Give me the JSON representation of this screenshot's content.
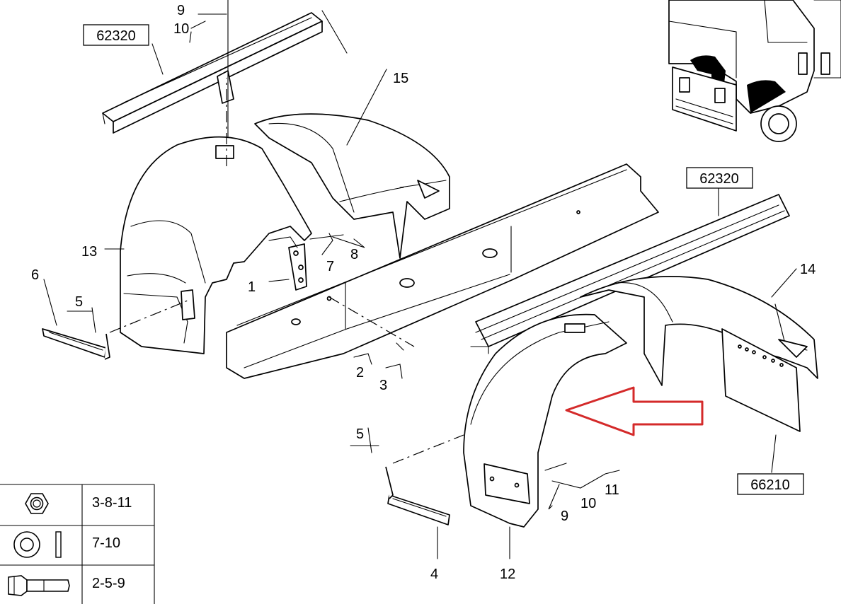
{
  "callouts": {
    "c1": "1",
    "c2": "2",
    "c3": "3",
    "c4": "4",
    "c5a": "5",
    "c5b": "5",
    "c6": "6",
    "c7": "7",
    "c8": "8",
    "c9a": "9",
    "c9b": "9",
    "c10a": "10",
    "c10b": "10",
    "c11": "11",
    "c12": "12",
    "c13": "13",
    "c14": "14",
    "c15": "15"
  },
  "references": {
    "r1": "62320",
    "r2": "62320",
    "r3": "66210"
  },
  "legend": {
    "rows": [
      {
        "icon": "nut-icon",
        "label": "3-8-11"
      },
      {
        "icon": "washer-icon",
        "label": "7-10"
      },
      {
        "icon": "bolt-icon",
        "label": "2-5-9"
      }
    ]
  },
  "colors": {
    "arrow": "#d42a2a",
    "line": "#000000",
    "background": "#ffffff"
  }
}
